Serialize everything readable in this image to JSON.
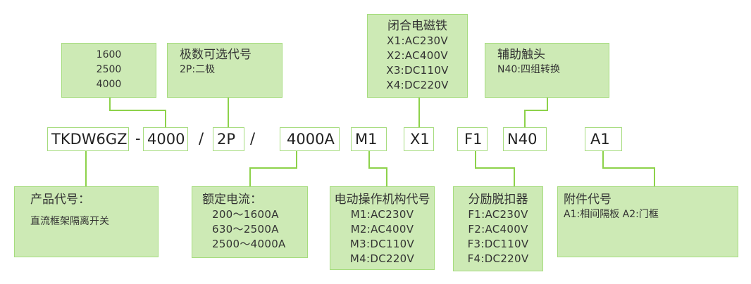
{
  "model_code": {
    "segments": [
      {
        "id": "product",
        "text": "TKDW6GZ"
      },
      {
        "id": "frame",
        "text": "4000"
      },
      {
        "id": "poles",
        "text": "2P"
      },
      {
        "id": "current",
        "text": "4000A"
      },
      {
        "id": "motor",
        "text": "M1"
      },
      {
        "id": "closing",
        "text": "X1"
      },
      {
        "id": "shunt",
        "text": "F1"
      },
      {
        "id": "aux",
        "text": "N40"
      },
      {
        "id": "accessory",
        "text": "A1"
      }
    ],
    "separators": [
      "-",
      "/",
      "/"
    ]
  },
  "boxes": {
    "frame": {
      "lines": [
        "1600",
        "2500",
        "4000"
      ]
    },
    "poles": {
      "title": "极数可选代号",
      "lines": [
        "2P:二极"
      ]
    },
    "closing": {
      "title": "闭合电磁铁",
      "lines": [
        "X1:AC230V",
        "X2:AC400V",
        "X3:DC110V",
        "X4:DC220V"
      ]
    },
    "aux": {
      "title": "辅助触头",
      "lines": [
        "N40:四组转换"
      ]
    },
    "product": {
      "title": "产品代号：",
      "lines": [
        "直流框架隔离开关"
      ]
    },
    "current": {
      "title": "额定电流：",
      "lines": [
        "200～1600A",
        "630～2500A",
        "2500～4000A"
      ]
    },
    "motor": {
      "title": "电动操作机构代号",
      "lines": [
        "M1:AC230V",
        "M2:AC400V",
        "M3:DC110V",
        "M4:DC220V"
      ]
    },
    "shunt": {
      "title": "分励脱扣器",
      "lines": [
        "F1:AC230V",
        "F2:AC400V",
        "F3:DC110V",
        "F4:DC220V"
      ]
    },
    "accessory": {
      "title": "附件代号",
      "lines": [
        "A1:相间隔板 A2:门框"
      ]
    }
  },
  "colors": {
    "box_fill": "#cdeab5",
    "border": "#a6dc7e",
    "connector": "#8dd24a"
  }
}
